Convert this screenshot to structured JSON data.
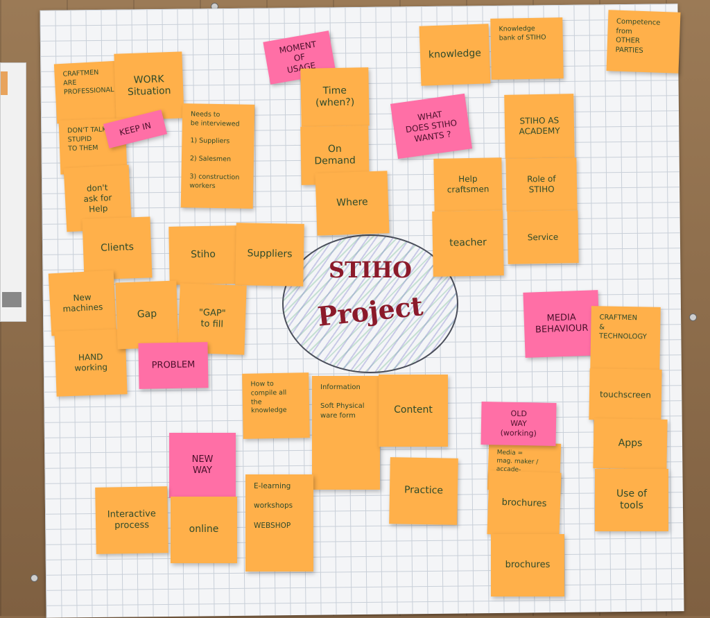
{
  "center": {
    "line1": "STIHO",
    "line2": "Project"
  },
  "notes": [
    {
      "text": "CRAFTMEN\nARE\nPROFESSIONAL"
    },
    {
      "text": "WORK\nSituation"
    },
    {
      "text": "DON'T TALK\nSTUPID\nTO THEM"
    },
    {
      "text": "KEEP IN"
    },
    {
      "text": "don't\nask for\nHelp"
    },
    {
      "text": "Needs to\nbe interviewed\n\n1) Suppliers\n\n2) Salesmen\n\n3) construction\nworkers"
    },
    {
      "text": "MOMENT\nOF\nUSAGE"
    },
    {
      "text": "Time\n(when?)"
    },
    {
      "text": "On Demand"
    },
    {
      "text": "Where"
    },
    {
      "text": "knowledge"
    },
    {
      "text": "Knowledge\nbank of STIHO"
    },
    {
      "text": "Competence\nfrom\nOTHER\nPARTIES"
    },
    {
      "text": "WHAT\nDOES STIHO\nWANTS ?"
    },
    {
      "text": "STIHO AS\nACADEMY"
    },
    {
      "text": "Help\ncraftsmen"
    },
    {
      "text": "Role of\nSTIHO"
    },
    {
      "text": "teacher"
    },
    {
      "text": "Service"
    },
    {
      "text": "Clients"
    },
    {
      "text": "Stiho"
    },
    {
      "text": "Suppliers"
    },
    {
      "text": "New\nmachines"
    },
    {
      "text": "HAND\nworking"
    },
    {
      "text": "Gap"
    },
    {
      "text": "\"GAP\"\nto fill"
    },
    {
      "text": "PROBLEM"
    },
    {
      "text": "MEDIA\nBEHAVIOUR"
    },
    {
      "text": "CRAFTMEN\n&\nTECHNOLOGY"
    },
    {
      "text": "touchscreen"
    },
    {
      "text": "Apps"
    },
    {
      "text": "Use of\ntools"
    },
    {
      "text": "How to\ncompile all\nthe\nknowledge"
    },
    {
      "text": "Information\n\nSoft    Physical\nware    form"
    },
    {
      "text": "Content"
    },
    {
      "text": "Practice"
    },
    {
      "text": "OLD\nWAY\n(working)"
    },
    {
      "text": "Media =\nmag. maker / accade-\nmies"
    },
    {
      "text": "brochures"
    },
    {
      "text": "brochures"
    },
    {
      "text": "NEW\nWAY"
    },
    {
      "text": "Interactive\nprocess"
    },
    {
      "text": "online"
    },
    {
      "text": "E-learning\n\nworkshops\n\nWEBSHOP"
    }
  ]
}
